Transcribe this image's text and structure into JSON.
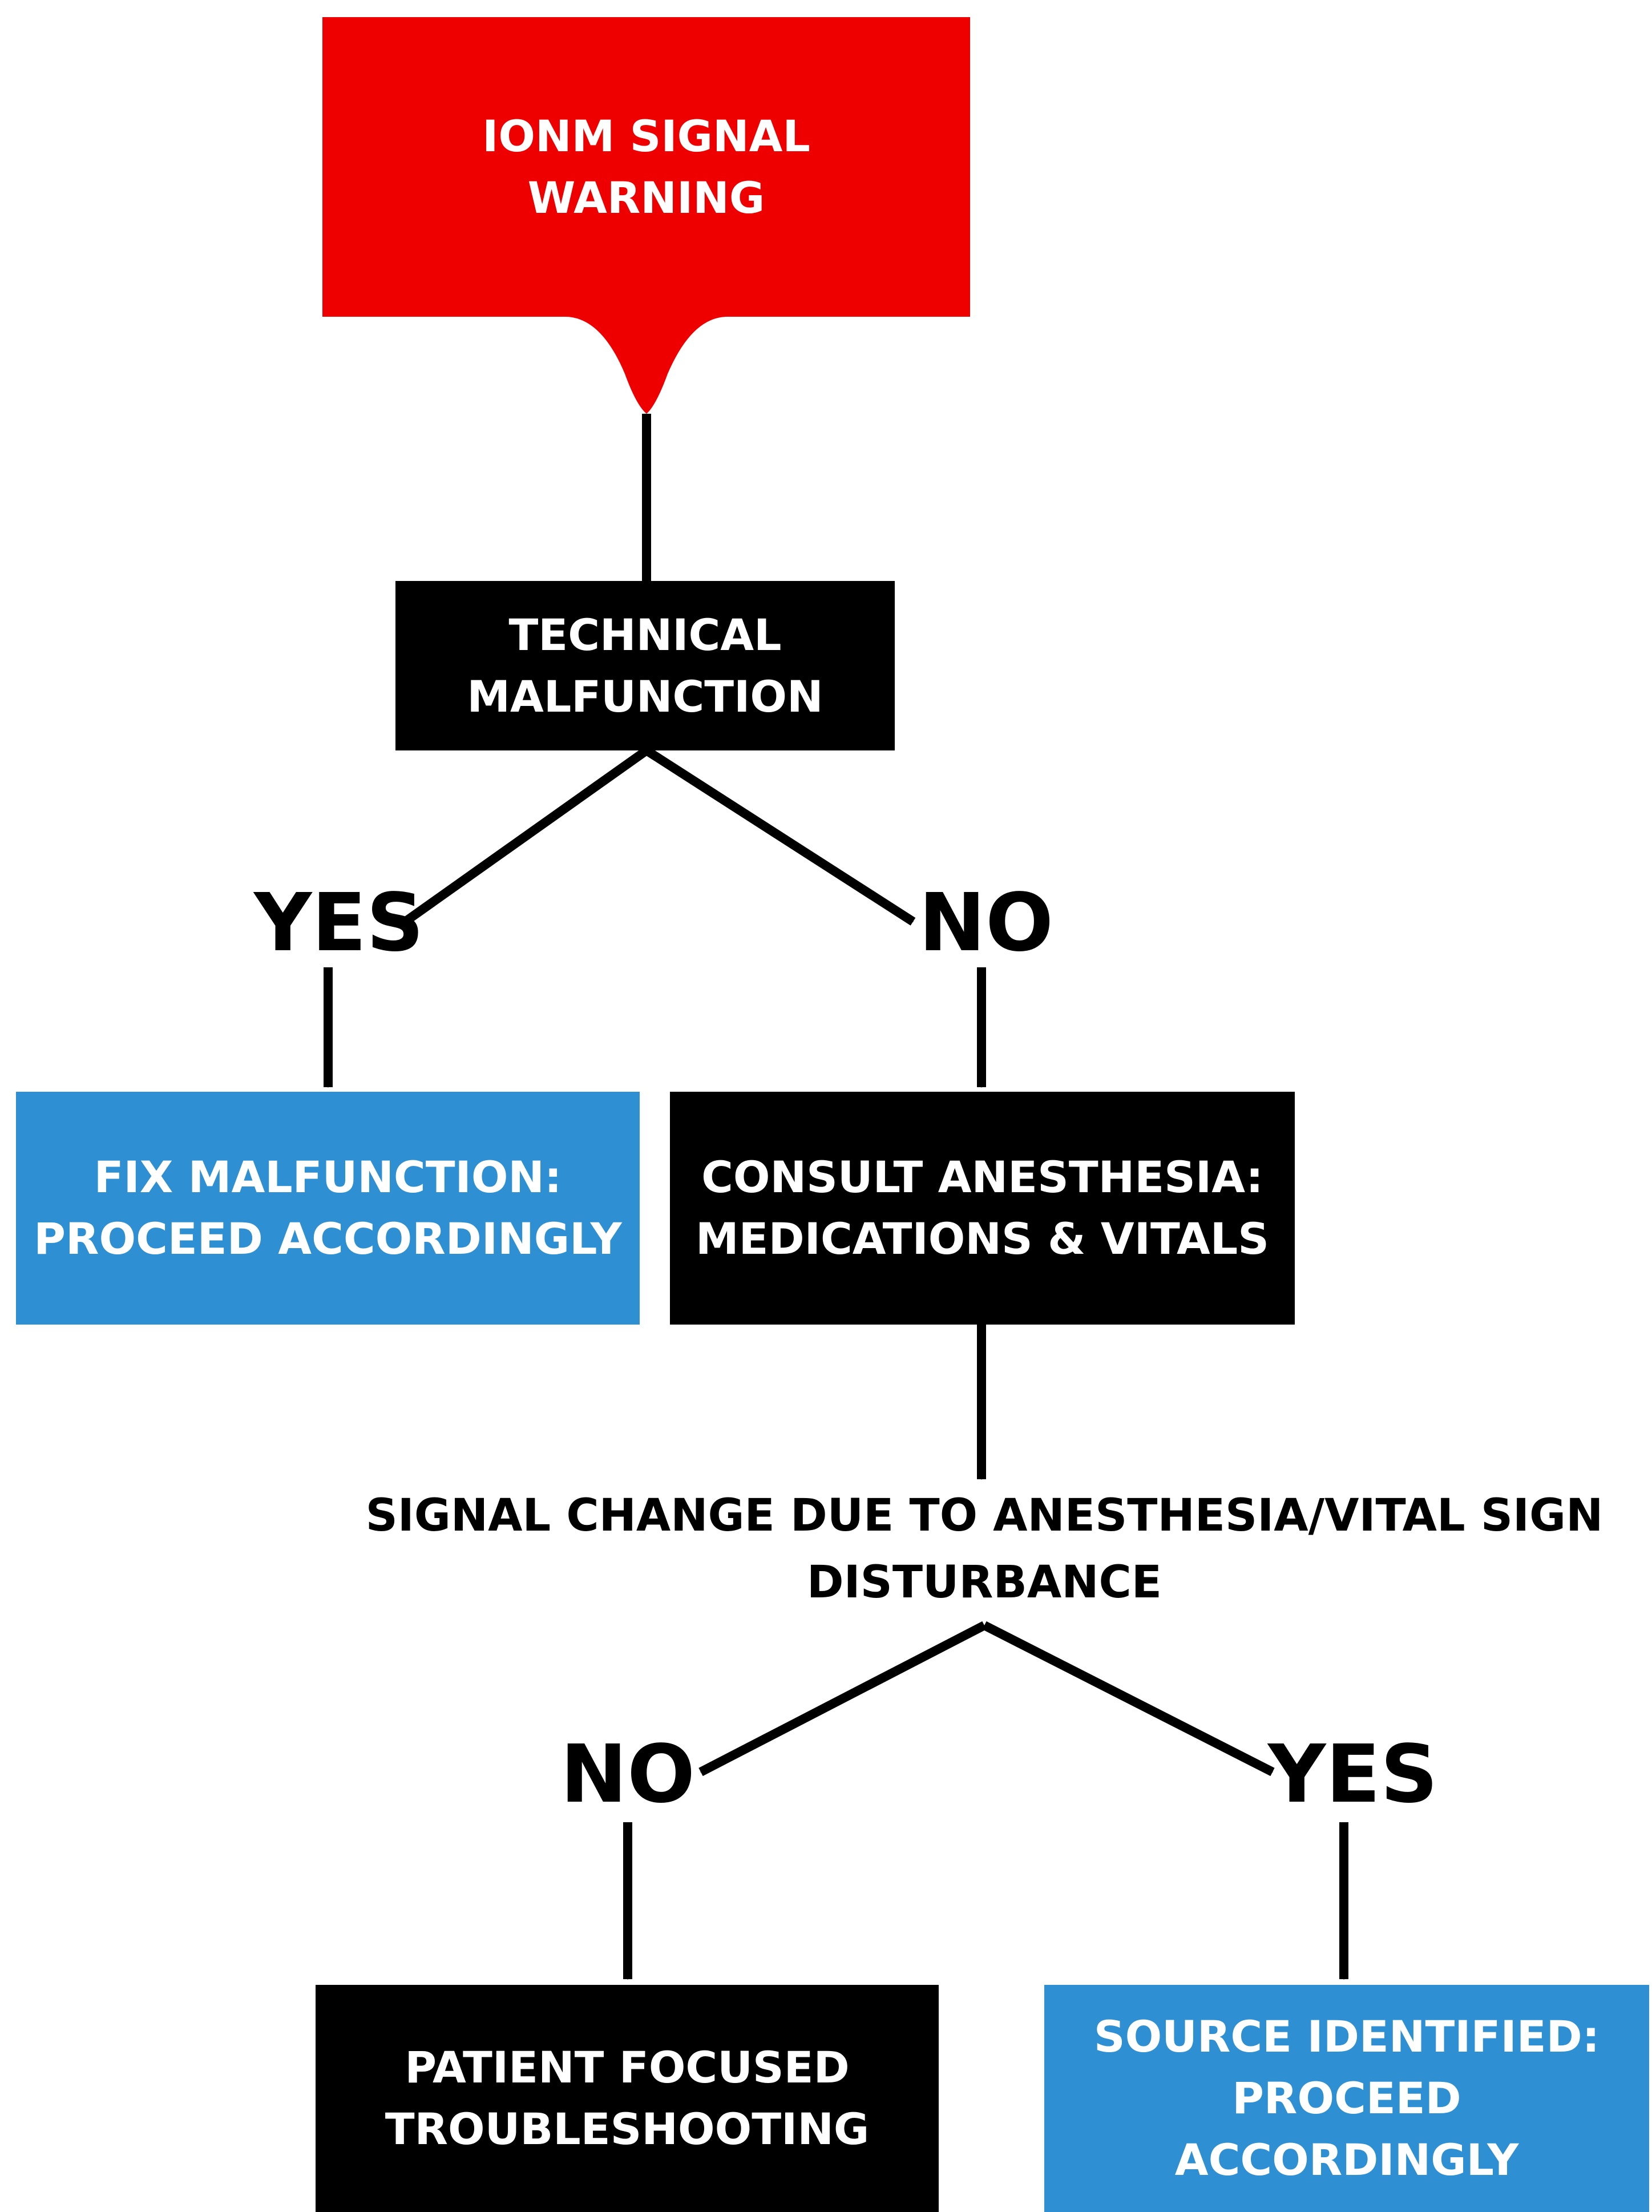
{
  "diagram": {
    "warning": {
      "label": "IONM SIGNAL\nWARNING",
      "color": "#ef0000"
    },
    "technical_malfunction": {
      "label": "TECHNICAL\nMALFUNCTION"
    },
    "branch_1": {
      "yes": "YES",
      "no": "NO"
    },
    "fix_malfunction": {
      "label": "FIX MALFUNCTION:\nPROCEED ACCORDINGLY",
      "color": "#2f8fd3"
    },
    "consult_anesthesia": {
      "label": "CONSULT ANESTHESIA:\nMEDICATIONS & VITALS"
    },
    "question_2": {
      "label": "SIGNAL CHANGE DUE TO ANESTHESIA/VITAL SIGN\nDISTURBANCE"
    },
    "branch_2": {
      "no": "NO",
      "yes": "YES"
    },
    "patient_focused": {
      "label": "PATIENT FOCUSED\nTROUBLESHOOTING"
    },
    "source_identified": {
      "label": "SOURCE IDENTIFIED:\nPROCEED ACCORDINGLY",
      "color": "#2f8fd3"
    }
  }
}
